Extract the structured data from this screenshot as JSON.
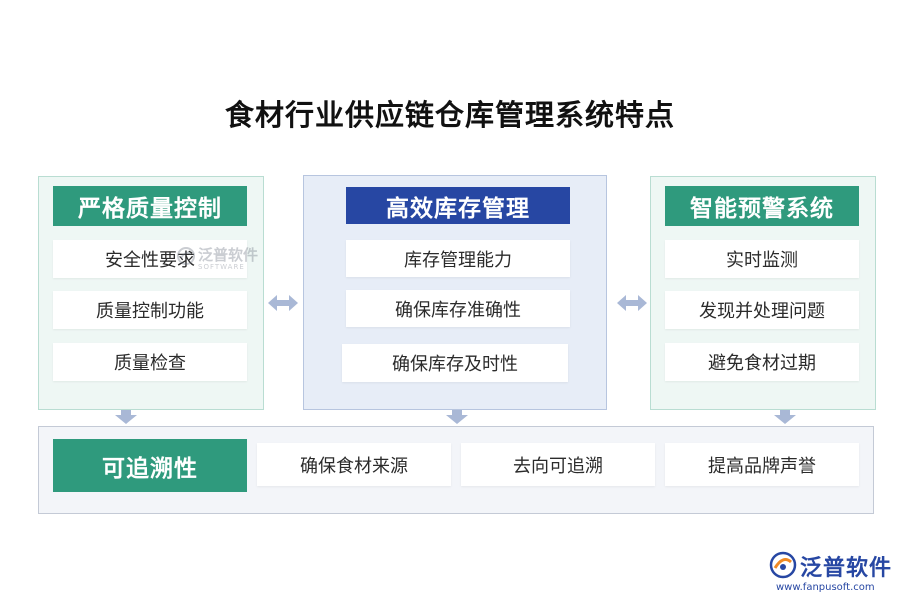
{
  "title": "食材行业供应链仓库管理系统特点",
  "colors": {
    "green": "#2f9a7d",
    "blue": "#2747a3",
    "arrow": "#a9b8d6"
  },
  "left_panel": {
    "header": "严格质量控制",
    "items": [
      "安全性要求",
      "质量控制功能",
      "质量检查"
    ]
  },
  "center_panel": {
    "header": "高效库存管理",
    "items": [
      "库存管理能力",
      "确保库存准确性",
      "确保库存及时性"
    ]
  },
  "right_panel": {
    "header": "智能预警系统",
    "items": [
      "实时监测",
      "发现并处理问题",
      "避免食材过期"
    ]
  },
  "bottom_panel": {
    "header": "可追溯性",
    "items": [
      "确保食材来源",
      "去向可追溯",
      "提高品牌声誉"
    ]
  },
  "watermark": {
    "text": "泛普软件",
    "sub": "SOFTWARE",
    "icon": "fanpu-logo-icon"
  },
  "logo": {
    "name": "泛普软件",
    "url": "www.fanpusoft.com",
    "icon": "fanpu-logo-icon"
  }
}
